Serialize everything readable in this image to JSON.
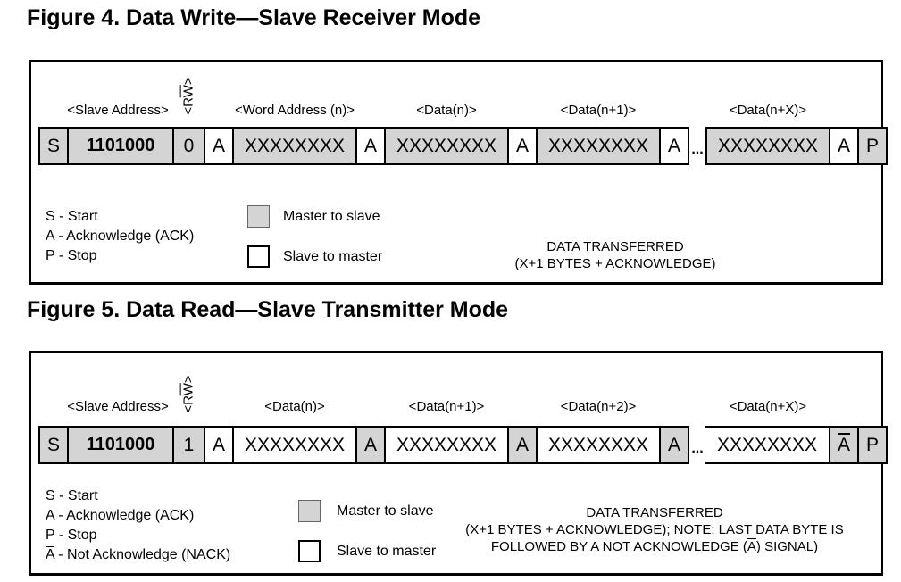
{
  "colors": {
    "master_fill": "#d4d4d4",
    "slave_fill": "#ffffff",
    "line": "#000000"
  },
  "figure4": {
    "title": "Figure 4. Data Write—Slave Receiver Mode",
    "rw_label": {
      "pre": "<R",
      "over": "W",
      "post": ">"
    },
    "field_labels": [
      "<Slave Address>",
      "<Word Address (n)>",
      "<Data(n)>",
      "<Data(n+1)>",
      "<Data(n+X)>"
    ],
    "cells": [
      {
        "text": "S",
        "kind": "flag",
        "fill": "gray"
      },
      {
        "text": "1101000",
        "kind": "addr",
        "fill": "gray",
        "bold": true
      },
      {
        "text": "0",
        "kind": "bit",
        "fill": "gray"
      },
      {
        "text": "A",
        "kind": "flag",
        "fill": "white"
      },
      {
        "text": "XXXXXXXX",
        "kind": "data",
        "fill": "gray"
      },
      {
        "text": "A",
        "kind": "flag",
        "fill": "white"
      },
      {
        "text": "XXXXXXXX",
        "kind": "data",
        "fill": "gray"
      },
      {
        "text": "A",
        "kind": "flag",
        "fill": "white"
      },
      {
        "text": "XXXXXXXX",
        "kind": "data",
        "fill": "gray"
      },
      {
        "text": "A",
        "kind": "flag",
        "fill": "white"
      },
      {
        "text": "...",
        "kind": "dots",
        "fill": "none"
      },
      {
        "text": "XXXXXXXX",
        "kind": "data",
        "fill": "gray"
      },
      {
        "text": "A",
        "kind": "flag",
        "fill": "white"
      },
      {
        "text": "P",
        "kind": "flag",
        "fill": "gray"
      }
    ],
    "legend": [
      "S - Start",
      "A - Acknowledge (ACK)",
      "P - Stop"
    ],
    "key": {
      "master": "Master to slave",
      "slave": "Slave to master"
    },
    "note": {
      "line1": "DATA TRANSFERRED",
      "line2": "(X+1 BYTES + ACKNOWLEDGE)"
    }
  },
  "figure5": {
    "title": "Figure 5. Data Read—Slave Transmitter Mode",
    "rw_label": {
      "pre": "<R",
      "over": "W",
      "post": ">"
    },
    "field_labels": [
      "<Slave Address>",
      "<Data(n)>",
      "<Data(n+1)>",
      "<Data(n+2)>",
      "<Data(n+X)>"
    ],
    "cells": [
      {
        "text": "S",
        "kind": "flag",
        "fill": "gray"
      },
      {
        "text": "1101000",
        "kind": "addr",
        "fill": "gray",
        "bold": true
      },
      {
        "text": "1",
        "kind": "bit",
        "fill": "gray"
      },
      {
        "text": "A",
        "kind": "flag",
        "fill": "white"
      },
      {
        "text": "XXXXXXXX",
        "kind": "data",
        "fill": "white"
      },
      {
        "text": "A",
        "kind": "flag",
        "fill": "gray"
      },
      {
        "text": "XXXXXXXX",
        "kind": "data",
        "fill": "white"
      },
      {
        "text": "A",
        "kind": "flag",
        "fill": "gray"
      },
      {
        "text": "XXXXXXXX",
        "kind": "data",
        "fill": "white"
      },
      {
        "text": "A",
        "kind": "flag",
        "fill": "gray"
      },
      {
        "text": "...",
        "kind": "dots",
        "fill": "none"
      },
      {
        "text": "XXXXXXXX",
        "kind": "data",
        "fill": "white",
        "open_left": true
      },
      {
        "text": "A",
        "kind": "flag",
        "fill": "gray",
        "overline": true
      },
      {
        "text": "P",
        "kind": "flag",
        "fill": "gray"
      }
    ],
    "legend": [
      "S - Start",
      "A - Acknowledge (ACK)",
      "P - Stop"
    ],
    "legend_nack": {
      "over": "A",
      "rest": " - Not Acknowledge (NACK)"
    },
    "key": {
      "master": "Master to slave",
      "slave": "Slave to master"
    },
    "note": {
      "line1": "DATA TRANSFERRED",
      "line2": "(X+1 BYTES + ACKNOWLEDGE); NOTE: LAST DATA BYTE IS",
      "line3_pre": "FOLLOWED BY A NOT ACKNOWLEDGE (",
      "line3_over": "A",
      "line3_post": ") SIGNAL)"
    }
  }
}
